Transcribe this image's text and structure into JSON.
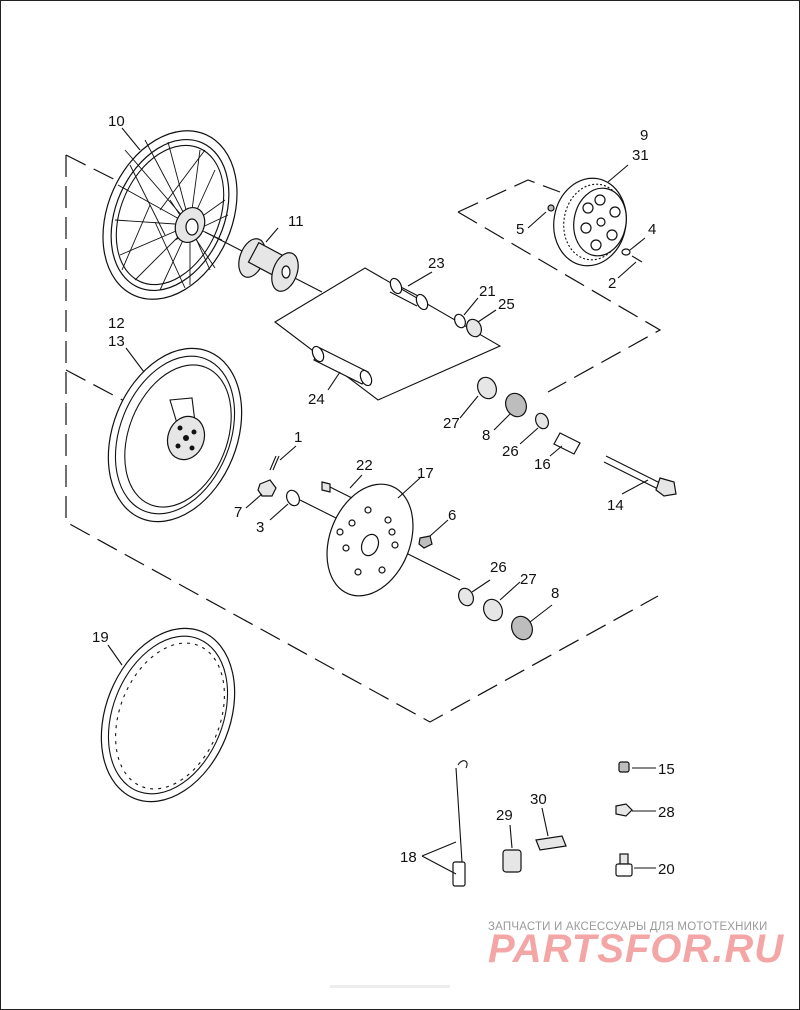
{
  "labels": {
    "l1": "1",
    "l2": "2",
    "l3": "3",
    "l4": "4",
    "l5": "5",
    "l6": "6",
    "l7": "7",
    "l8a": "8",
    "l8b": "8",
    "l9": "9",
    "l10": "10",
    "l11": "11",
    "l12": "12",
    "l13": "13",
    "l14": "14",
    "l15": "15",
    "l16": "16",
    "l17": "17",
    "l18": "18",
    "l19": "19",
    "l20": "20",
    "l21": "21",
    "l22": "22",
    "l23": "23",
    "l24": "24",
    "l25": "25",
    "l26a": "26",
    "l26b": "26",
    "l27a": "27",
    "l27b": "27",
    "l28": "28",
    "l29": "29",
    "l30": "30",
    "l31": "31"
  },
  "watermark": {
    "caption": "ЗАПЧАСТИ И АКСЕССУАРЫ ДЛЯ МОТОТЕХНИКИ",
    "brand": "PARTSFOR.RU",
    "brand_color": "#e23b3b"
  },
  "colors": {
    "line": "#111111",
    "background": "#ffffff"
  }
}
